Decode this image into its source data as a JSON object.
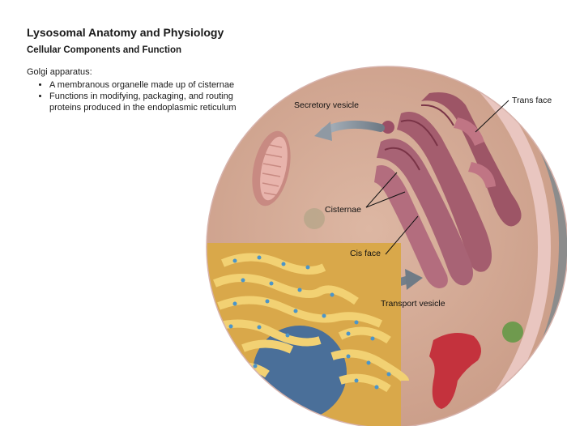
{
  "header": {
    "title": "Lysosomal Anatomy and Physiology",
    "subtitle": "Cellular Components and Function"
  },
  "description": {
    "heading": "Golgi apparatus:",
    "bullets": [
      "A membranous organelle made up of cisternae",
      "Functions in modifying, packaging, and routing proteins produced in the endoplasmic reticulum"
    ]
  },
  "diagram": {
    "labels": {
      "secretory_vesicle": "Secretory vesicle",
      "trans_face": "Trans face",
      "cisternae": "Cisternae",
      "cis_face": "Cis face",
      "transport_vesicle": "Transport vesicle"
    }
  }
}
